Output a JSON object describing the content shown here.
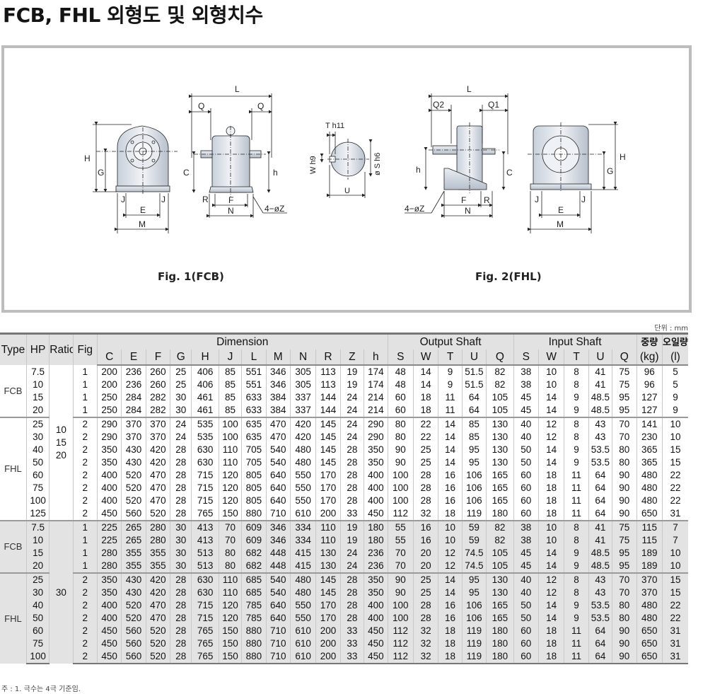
{
  "title": "FCB, FHL 외형도 및 외형치수",
  "figures": {
    "fig1_caption": "Fig. 1(FCB)",
    "fig2_caption": "Fig. 2(FHL)",
    "fig1_front_labels": {
      "H": "H",
      "G": "G",
      "J": "J",
      "E": "E",
      "M": "M"
    },
    "fig1_side_labels": {
      "L": "L",
      "Q": "Q",
      "C": "C",
      "h": "h",
      "R": "R",
      "F": "F",
      "N": "N",
      "Z": "4−øZ"
    },
    "shaft_labels": {
      "T": "T h11",
      "W": "W h9",
      "S": "ø S h6",
      "U": "U"
    },
    "fig2_side_labels": {
      "L": "L",
      "Q2": "Q2",
      "Q1": "Q1",
      "h": "h",
      "C": "C",
      "F": "F",
      "R": "R",
      "N": "N",
      "Z": "4−øZ"
    },
    "fig2_front_labels": {
      "H": "H",
      "G": "G",
      "J": "J",
      "E": "E",
      "M": "M"
    }
  },
  "unit_note": "단위 : mm",
  "table": {
    "group_headers": {
      "type": "Type",
      "hp": "HP",
      "ratio": "Ratio",
      "fig": "Fig",
      "dimension": "Dimension",
      "output": "Output Shaft",
      "input": "Input Shaft",
      "weight": "중량",
      "oil": "오일량"
    },
    "sub_headers": [
      "C",
      "E",
      "F",
      "G",
      "H",
      "J",
      "L",
      "M",
      "N",
      "R",
      "Z",
      "h",
      "S",
      "W",
      "T",
      "U",
      "Q",
      "S",
      "W",
      "T",
      "U",
      "Q",
      "(kg)",
      "(l)"
    ],
    "rows": [
      {
        "type": "FCB",
        "hp": "7.5",
        "fig": "1",
        "v": [
          "200",
          "236",
          "260",
          "25",
          "406",
          "85",
          "551",
          "346",
          "305",
          "113",
          "19",
          "174",
          "48",
          "14",
          "9",
          "51.5",
          "82",
          "38",
          "10",
          "8",
          "41",
          "75",
          "96",
          "5"
        ]
      },
      {
        "type": "",
        "hp": "10",
        "fig": "1",
        "v": [
          "200",
          "236",
          "260",
          "25",
          "406",
          "85",
          "551",
          "346",
          "305",
          "113",
          "19",
          "174",
          "48",
          "14",
          "9",
          "51.5",
          "82",
          "38",
          "10",
          "8",
          "41",
          "75",
          "96",
          "5"
        ]
      },
      {
        "type": "",
        "hp": "15",
        "fig": "1",
        "v": [
          "250",
          "284",
          "282",
          "30",
          "461",
          "85",
          "633",
          "384",
          "337",
          "144",
          "24",
          "214",
          "60",
          "18",
          "11",
          "64",
          "105",
          "45",
          "14",
          "9",
          "48.5",
          "95",
          "127",
          "9"
        ]
      },
      {
        "type": "",
        "hp": "20",
        "fig": "1",
        "v": [
          "250",
          "284",
          "282",
          "30",
          "461",
          "85",
          "633",
          "384",
          "337",
          "144",
          "24",
          "214",
          "60",
          "18",
          "11",
          "64",
          "105",
          "45",
          "14",
          "9",
          "48.5",
          "95",
          "127",
          "9"
        ]
      },
      {
        "type": "FHL",
        "hp": "25",
        "fig": "2",
        "v": [
          "290",
          "370",
          "370",
          "24",
          "535",
          "100",
          "635",
          "470",
          "420",
          "145",
          "24",
          "290",
          "80",
          "22",
          "14",
          "85",
          "130",
          "40",
          "12",
          "8",
          "43",
          "70",
          "141",
          "10"
        ]
      },
      {
        "type": "",
        "hp": "30",
        "fig": "2",
        "v": [
          "290",
          "370",
          "370",
          "24",
          "535",
          "100",
          "635",
          "470",
          "420",
          "145",
          "24",
          "290",
          "80",
          "22",
          "14",
          "85",
          "130",
          "40",
          "12",
          "8",
          "43",
          "70",
          "230",
          "10"
        ]
      },
      {
        "type": "",
        "hp": "40",
        "fig": "2",
        "v": [
          "350",
          "430",
          "420",
          "28",
          "630",
          "110",
          "705",
          "540",
          "480",
          "145",
          "28",
          "350",
          "90",
          "25",
          "14",
          "95",
          "130",
          "50",
          "14",
          "9",
          "53.5",
          "80",
          "365",
          "15"
        ]
      },
      {
        "type": "",
        "hp": "50",
        "fig": "2",
        "v": [
          "350",
          "430",
          "420",
          "28",
          "630",
          "110",
          "705",
          "540",
          "480",
          "145",
          "28",
          "350",
          "90",
          "25",
          "14",
          "95",
          "130",
          "50",
          "14",
          "9",
          "53.5",
          "80",
          "365",
          "15"
        ]
      },
      {
        "type": "",
        "hp": "60",
        "fig": "2",
        "v": [
          "400",
          "520",
          "470",
          "28",
          "715",
          "120",
          "805",
          "640",
          "550",
          "170",
          "28",
          "400",
          "100",
          "28",
          "16",
          "106",
          "165",
          "60",
          "18",
          "11",
          "64",
          "90",
          "480",
          "22"
        ]
      },
      {
        "type": "",
        "hp": "75",
        "fig": "2",
        "v": [
          "400",
          "520",
          "470",
          "28",
          "715",
          "120",
          "805",
          "640",
          "550",
          "170",
          "28",
          "400",
          "100",
          "28",
          "16",
          "106",
          "165",
          "60",
          "18",
          "11",
          "64",
          "90",
          "480",
          "22"
        ]
      },
      {
        "type": "",
        "hp": "100",
        "fig": "2",
        "v": [
          "400",
          "520",
          "470",
          "28",
          "715",
          "120",
          "805",
          "640",
          "550",
          "170",
          "28",
          "400",
          "100",
          "28",
          "16",
          "106",
          "165",
          "60",
          "18",
          "11",
          "64",
          "90",
          "480",
          "22"
        ]
      },
      {
        "type": "",
        "hp": "125",
        "fig": "2",
        "v": [
          "450",
          "560",
          "520",
          "28",
          "765",
          "150",
          "880",
          "710",
          "610",
          "200",
          "33",
          "450",
          "112",
          "32",
          "18",
          "119",
          "180",
          "60",
          "18",
          "11",
          "64",
          "90",
          "650",
          "31"
        ]
      },
      {
        "type": "FCB",
        "hp": "7.5",
        "fig": "1",
        "v": [
          "225",
          "265",
          "280",
          "30",
          "413",
          "70",
          "609",
          "346",
          "334",
          "110",
          "19",
          "180",
          "55",
          "16",
          "10",
          "59",
          "82",
          "38",
          "10",
          "8",
          "41",
          "75",
          "115",
          "7"
        ]
      },
      {
        "type": "",
        "hp": "10",
        "fig": "1",
        "v": [
          "225",
          "265",
          "280",
          "30",
          "413",
          "70",
          "609",
          "346",
          "334",
          "110",
          "19",
          "180",
          "55",
          "16",
          "10",
          "59",
          "82",
          "38",
          "10",
          "8",
          "41",
          "75",
          "115",
          "7"
        ]
      },
      {
        "type": "",
        "hp": "15",
        "fig": "1",
        "v": [
          "280",
          "355",
          "355",
          "30",
          "513",
          "80",
          "682",
          "448",
          "415",
          "130",
          "24",
          "236",
          "70",
          "20",
          "12",
          "74.5",
          "105",
          "45",
          "14",
          "9",
          "48.5",
          "95",
          "189",
          "10"
        ]
      },
      {
        "type": "",
        "hp": "20",
        "fig": "1",
        "v": [
          "280",
          "355",
          "355",
          "30",
          "513",
          "80",
          "682",
          "448",
          "415",
          "130",
          "24",
          "236",
          "70",
          "20",
          "12",
          "74.5",
          "105",
          "45",
          "14",
          "9",
          "48.5",
          "95",
          "189",
          "10"
        ]
      },
      {
        "type": "FHL",
        "hp": "25",
        "fig": "2",
        "v": [
          "350",
          "430",
          "420",
          "28",
          "630",
          "110",
          "685",
          "540",
          "480",
          "145",
          "28",
          "350",
          "90",
          "25",
          "14",
          "95",
          "130",
          "40",
          "12",
          "8",
          "43",
          "70",
          "370",
          "15"
        ]
      },
      {
        "type": "",
        "hp": "30",
        "fig": "2",
        "v": [
          "350",
          "430",
          "420",
          "28",
          "630",
          "110",
          "685",
          "540",
          "480",
          "145",
          "28",
          "350",
          "90",
          "25",
          "14",
          "95",
          "130",
          "40",
          "12",
          "8",
          "43",
          "70",
          "370",
          "15"
        ]
      },
      {
        "type": "",
        "hp": "40",
        "fig": "2",
        "v": [
          "400",
          "520",
          "470",
          "28",
          "715",
          "120",
          "785",
          "640",
          "550",
          "170",
          "28",
          "400",
          "100",
          "28",
          "16",
          "106",
          "165",
          "50",
          "14",
          "9",
          "53.5",
          "80",
          "480",
          "22"
        ]
      },
      {
        "type": "",
        "hp": "50",
        "fig": "2",
        "v": [
          "400",
          "520",
          "470",
          "28",
          "715",
          "120",
          "785",
          "640",
          "550",
          "170",
          "28",
          "400",
          "100",
          "28",
          "16",
          "106",
          "165",
          "50",
          "14",
          "9",
          "53.5",
          "80",
          "480",
          "22"
        ]
      },
      {
        "type": "",
        "hp": "60",
        "fig": "2",
        "v": [
          "450",
          "560",
          "520",
          "28",
          "765",
          "150",
          "880",
          "710",
          "610",
          "200",
          "33",
          "450",
          "112",
          "32",
          "18",
          "119",
          "180",
          "60",
          "18",
          "11",
          "64",
          "90",
          "650",
          "31"
        ]
      },
      {
        "type": "",
        "hp": "75",
        "fig": "2",
        "v": [
          "450",
          "560",
          "520",
          "28",
          "765",
          "150",
          "880",
          "710",
          "610",
          "200",
          "33",
          "450",
          "112",
          "32",
          "18",
          "119",
          "180",
          "60",
          "18",
          "11",
          "64",
          "90",
          "650",
          "31"
        ]
      },
      {
        "type": "",
        "hp": "100",
        "fig": "2",
        "v": [
          "450",
          "560",
          "520",
          "28",
          "765",
          "150",
          "880",
          "710",
          "610",
          "200",
          "33",
          "450",
          "112",
          "32",
          "18",
          "119",
          "180",
          "60",
          "18",
          "11",
          "64",
          "90",
          "650",
          "31"
        ]
      }
    ],
    "groups": [
      {
        "type": "FCB",
        "ratio": "",
        "rows": 4
      },
      {
        "type": "FHL",
        "ratio": "",
        "rows": 8
      },
      {
        "type": "FCB",
        "ratio": "",
        "rows": 4
      },
      {
        "type": "FHL",
        "ratio": "",
        "rows": 7
      }
    ],
    "ratio_block1": [
      "10",
      "15",
      "20"
    ],
    "ratio_block2": "30"
  },
  "footnote": "주 : 1. 극수는 4극 기준임."
}
